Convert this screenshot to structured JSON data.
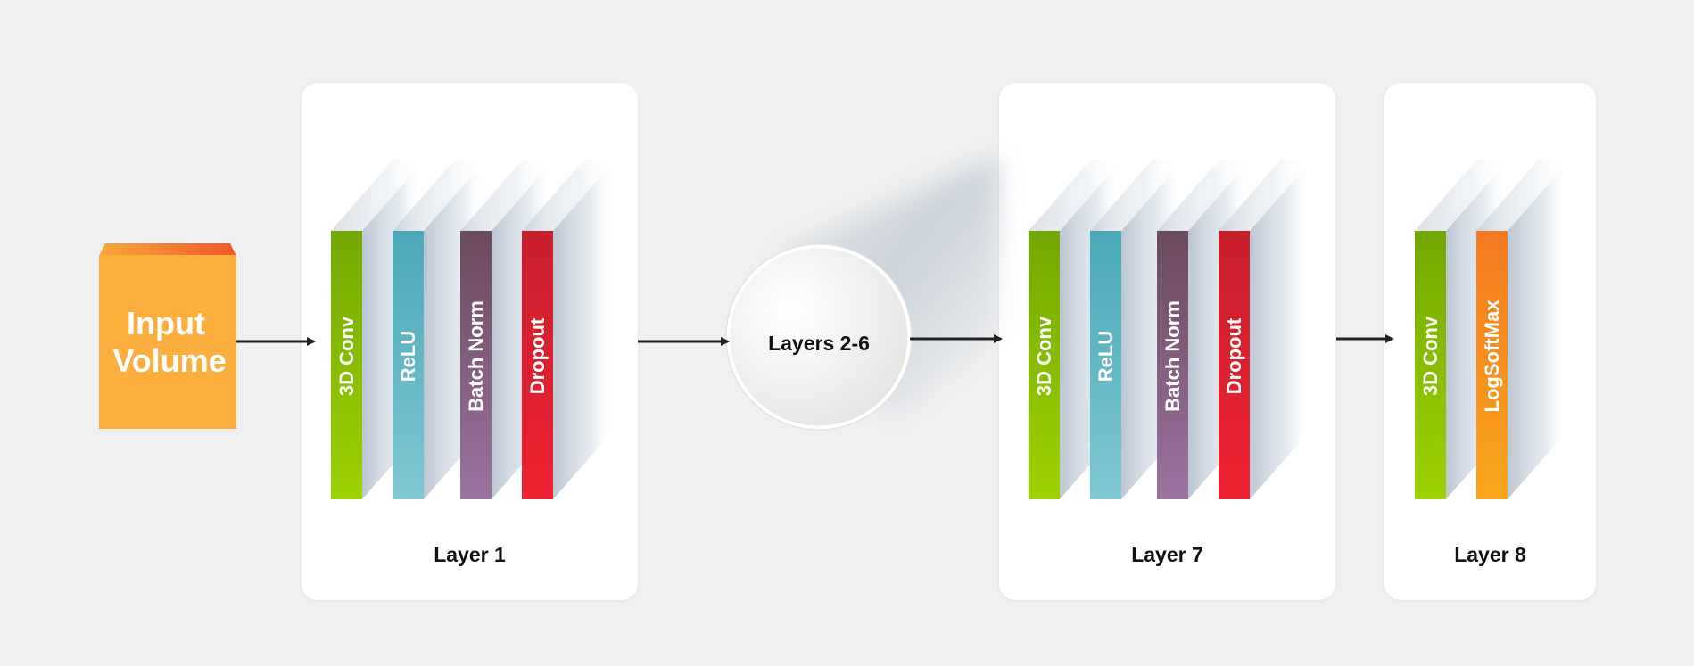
{
  "input": {
    "line1": "Input",
    "line2": "Volume"
  },
  "bubble": {
    "label": "Layers 2-6"
  },
  "colors": {
    "background": "#f0f0f0",
    "card": "#ffffff",
    "arrow": "#222222",
    "conv": [
      "#72a800",
      "#9dd200"
    ],
    "relu": [
      "#4ba8b6",
      "#7ec7d3"
    ],
    "batchnorm": [
      "#6b4a5e",
      "#9b73a0"
    ],
    "dropout": [
      "#c91f2c",
      "#ee2232"
    ],
    "logsoftmax": [
      "#f47a22",
      "#f9a61c"
    ],
    "input_block": "#fcaf3e",
    "input_top": [
      "#f9a73a",
      "#f05a28"
    ]
  },
  "layers": [
    {
      "title": "Layer 1",
      "blocks": [
        {
          "label": "3D Conv",
          "kind": "conv"
        },
        {
          "label": "ReLU",
          "kind": "relu"
        },
        {
          "label": "Batch Norm",
          "kind": "batchnorm"
        },
        {
          "label": "Dropout",
          "kind": "dropout"
        }
      ]
    },
    {
      "title": "Layer 7",
      "blocks": [
        {
          "label": "3D Conv",
          "kind": "conv"
        },
        {
          "label": "ReLU",
          "kind": "relu"
        },
        {
          "label": "Batch Norm",
          "kind": "batchnorm"
        },
        {
          "label": "Dropout",
          "kind": "dropout"
        }
      ]
    },
    {
      "title": "Layer 8",
      "blocks": [
        {
          "label": "3D Conv",
          "kind": "conv"
        },
        {
          "label": "LogSoftMax",
          "kind": "logsoftmax"
        }
      ]
    }
  ]
}
